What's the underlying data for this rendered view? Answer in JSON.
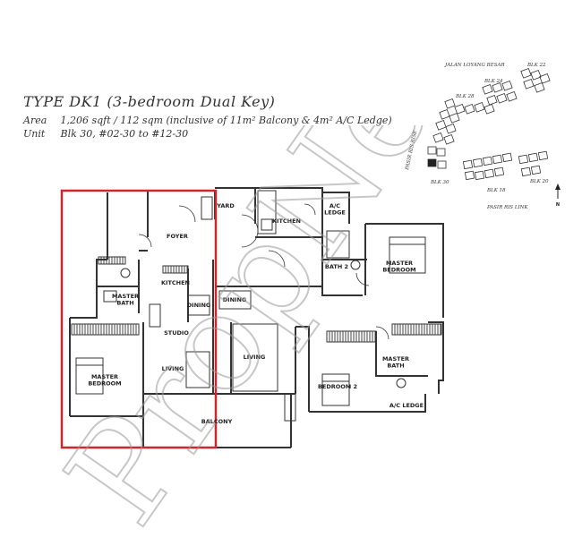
{
  "header": {
    "title": "TYPE DK1 (3-bedroom Dual Key)",
    "area_label": "Area",
    "area_value": "1,206 sqft / 112 sqm (inclusive of 11m² Balcony & 4m² A/C Ledge)",
    "unit_label": "Unit",
    "unit_value": "Blk 30, #02-30 to #12-30"
  },
  "rooms": {
    "foyer": "FOYER",
    "yard": "YARD",
    "kitchen_main": "KITCHEN",
    "ac_ledge_top": "A/C\nLEDGE",
    "bath2": "BATH 2",
    "master_bedroom_right": "MASTER\nBEDROOM",
    "kitchen_studio": "KITCHEN",
    "master_bath_left": "MASTER\nBATH",
    "dining_studio": "DINING",
    "dining_main": "DINING",
    "studio": "STUDIO",
    "living_studio": "LIVING",
    "living_main": "LIVING",
    "master_bedroom_left": "MASTER\nBEDROOM",
    "master_bath_right": "MASTER\nBATH",
    "bedroom2": "BEDROOM 2",
    "balcony": "BALCONY",
    "ac_ledge_bottom": "A/C LEDGE"
  },
  "keyplan": {
    "jalan": "JALAN LOYANG BESAR",
    "blk22": "BLK 22",
    "blk24": "BLK 24",
    "blk28": "BLK 28",
    "blk30": "BLK 30",
    "blk18": "BLK 18",
    "blk20": "BLK 20",
    "pasir_ris_rise": "PASIR RIS RISE",
    "pasir_ris_link": "PASIR RIS LINK",
    "north": "N"
  },
  "watermark": "PropNex",
  "colors": {
    "highlight_box": "#d0252a",
    "wall": "#333333",
    "watermark": "#9a9a9a"
  }
}
